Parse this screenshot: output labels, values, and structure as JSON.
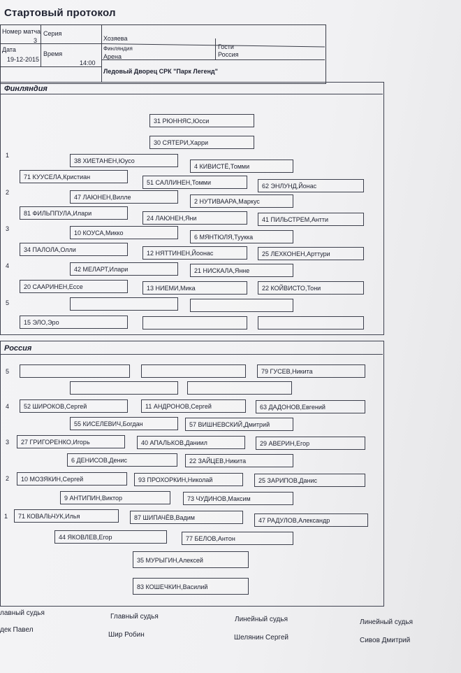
{
  "title": "Стартовый протокол",
  "header": {
    "match_no_label": "Номер матча",
    "match_no_value": "3",
    "series_label": "Серия",
    "home_label": "Хозяева",
    "home_value": "Финляндия",
    "guests_label": "Гости",
    "guests_value": "Россия",
    "date_label": "Дата",
    "date_value": "19-12-2015",
    "time_label": "Время",
    "time_value": "14:00",
    "arena_label": "Арена",
    "arena_value": "Ледовый Дворец СРК \"Парк Легенд\""
  },
  "finland": {
    "name": "Финляндия",
    "line_numbers": [
      "1",
      "2",
      "3",
      "4",
      "5"
    ],
    "goalies": [
      "31 РЮННЯС,Юсси",
      "30 СЯТЕРИ,Харри"
    ],
    "players": [
      "38 ХИЕТАНЕН,Юусо",
      "4 КИВИСТЁ,Томми",
      "71 КУУСЕЛА,Кристиан",
      "51 САЛЛИНЕН,Томми",
      "62 ЭНЛУНД,Йонас",
      "47 ЛАЮНЕН,Вилле",
      "2 НУТИВААРА,Маркус",
      "81 ФИЛЬППУЛА,Илари",
      "24 ЛАЮНЕН,Яни",
      "41 ПИЛЬСТРЕМ,Антти",
      "10 КОУСА,Микко",
      "6 МЯНТЮЛЯ,Туукка",
      "34 ПАЛОЛА,Олли",
      "12 НЯТТИНЕН,Йоонас",
      "25 ЛЕХКОНЕН,Арттури",
      "42 МЕЛАРТ,Илари",
      "21 НИСКАЛА,Янне",
      "20 СААРИНЕН,Ессе",
      "13 НИЕМИ,Мика",
      "22 КОЙВИСТО,Тони",
      "",
      "",
      "15 ЭЛО,Эро",
      "",
      ""
    ]
  },
  "russia": {
    "name": "Россия",
    "line_numbers": [
      "5",
      "4",
      "3",
      "2",
      "1"
    ],
    "players": [
      "",
      "",
      "79 ГУСЕВ,Никита",
      "",
      "",
      "52 ШИРОКОВ,Сергей",
      "11 АНДРОНОВ,Сергей",
      "63 ДАДОНОВ,Евгений",
      "55 КИСЕЛЕВИЧ,Богдан",
      "57 ВИШНЕВСКИЙ,Дмитрий",
      "27 ГРИГОРЕНКО,Игорь",
      "40 АПАЛЬКОВ,Даниил",
      "29 АВЕРИН,Егор",
      "6 ДЕНИСОВ,Денис",
      "22 ЗАЙЦЕВ,Никита",
      "10 МОЗЯКИН,Сергей",
      "93 ПРОХОРКИН,Николай",
      "25 ЗАРИПОВ,Данис",
      "9 АНТИПИН,Виктор",
      "73 ЧУДИНОВ,Максим",
      "71 КОВАЛЬЧУК,Илья",
      "87 ШИПАЧЁВ,Вадим",
      "47 РАДУЛОВ,Александр",
      "44 ЯКОВЛЕВ,Егор",
      "77 БЕЛОВ,Антон"
    ],
    "goalies": [
      "35 МУРЫГИН,Алексей",
      "83 КОШЕЧКИН,Василий"
    ]
  },
  "officials": [
    {
      "role": "лавный судья",
      "name": "дек Павел"
    },
    {
      "role": "Главный судья",
      "name": "Шир Робин"
    },
    {
      "role": "Линейный судья",
      "name": "Шелянин Сергей"
    },
    {
      "role": "Линейный судья",
      "name": "Сивов Дмитрий"
    }
  ]
}
